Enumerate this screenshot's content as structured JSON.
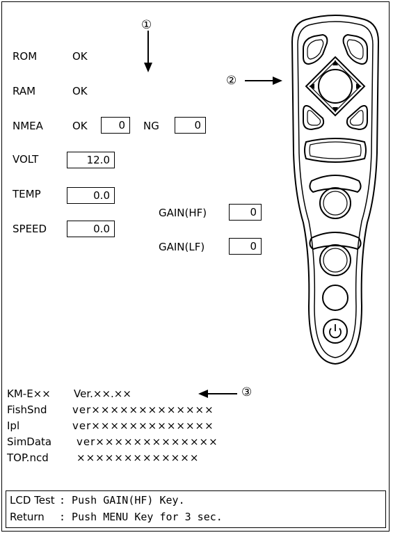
{
  "callouts": {
    "c1": "①",
    "c2": "②",
    "c3": "③"
  },
  "status": {
    "rom_label": "ROM",
    "rom_value": "OK",
    "ram_label": "RAM",
    "ram_value": "OK",
    "nmea_label": "NMEA",
    "nmea_ok_label": "OK",
    "nmea_ok_count": "0",
    "nmea_ng_label": "NG",
    "nmea_ng_count": "0",
    "volt_label": "VOLT",
    "volt_value": "12.0",
    "temp_label": "TEMP",
    "temp_value": "0.0",
    "speed_label": "SPEED",
    "speed_value": "0.0",
    "gain_hf_label": "GAIN(HF)",
    "gain_hf_value": "0",
    "gain_lf_label": "GAIN(LF)",
    "gain_lf_value": "0"
  },
  "versions": {
    "model": "KM-E××",
    "model_ver": "Ver.××.××",
    "rows": [
      {
        "name": "FishSnd",
        "value": "ver×××××××××××××"
      },
      {
        "name": "Ipl",
        "value": "ver×××××××××××××"
      },
      {
        "name": "SimData",
        "value": "ver×××××××××××××"
      },
      {
        "name": "TOP.ncd",
        "value": "×××××××××××××"
      }
    ]
  },
  "footer": {
    "lcd_label": "LCD Test",
    "lcd_text": ": Push GAIN(HF) Key.",
    "return_label": "Return",
    "return_text": ": Push MENU Key for 3 sec."
  }
}
